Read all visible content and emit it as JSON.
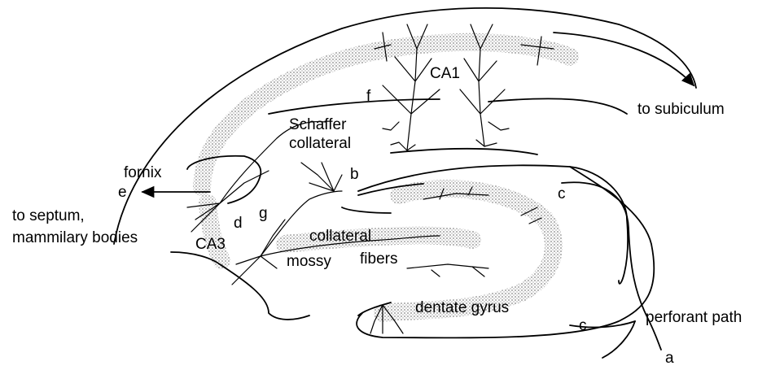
{
  "labels": {
    "ca1": "CA1",
    "to_subiculum": "to subiculum",
    "f": "f",
    "schaffer": "Schaffer",
    "collateral_top": "collateral",
    "fornix": "fornix",
    "b": "b",
    "e": "e",
    "c_upper": "c",
    "to_septum": "to septum,",
    "mammilary": "mammilary bodies",
    "d": "d",
    "g": "g",
    "ca3": "CA3",
    "collateral_mid": "collateral",
    "mossy": "mossy",
    "fibers": "fibers",
    "dentate_gyrus": "dentate gyrus",
    "c_lower": "c",
    "perforant_path": "perforant path",
    "a": "a"
  }
}
